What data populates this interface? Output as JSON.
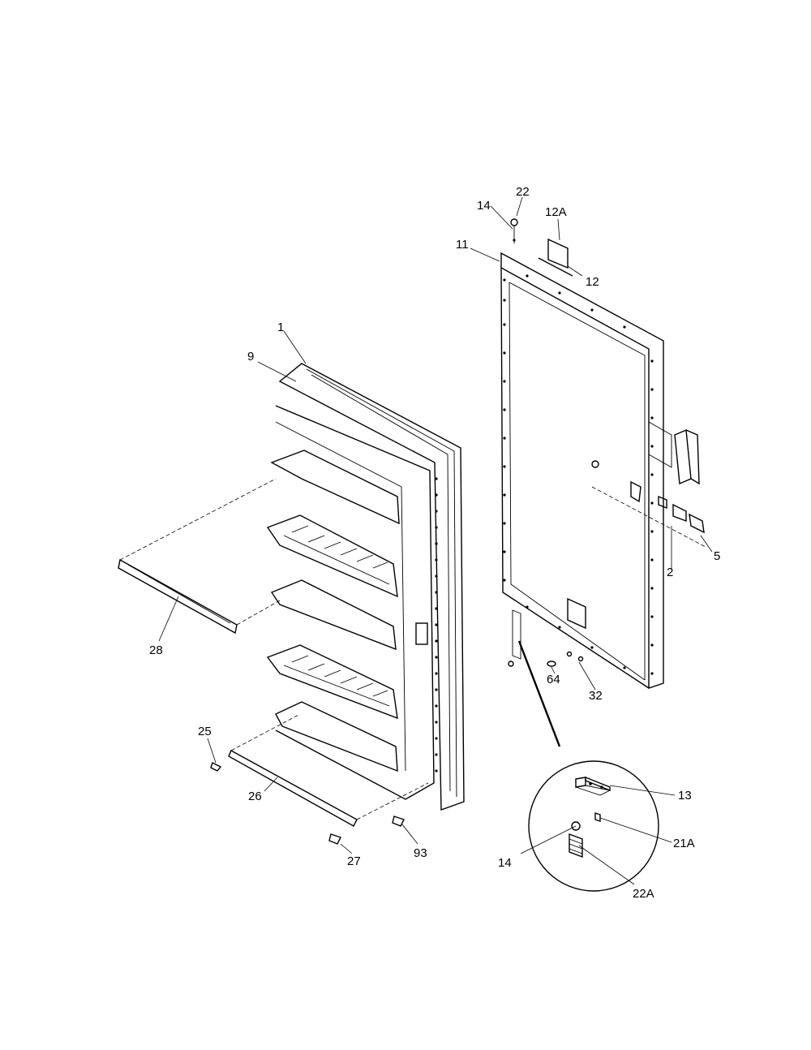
{
  "labels": {
    "l1": "1",
    "l9": "9",
    "l28": "28",
    "l25": "25",
    "l26": "26",
    "l27": "27",
    "l93": "93",
    "l14a": "14",
    "l22": "22",
    "l12A": "12A",
    "l11": "11",
    "l12": "12",
    "l5": "5",
    "l2": "2",
    "l64": "64",
    "l32": "32",
    "l13": "13",
    "l21A": "21A",
    "l14b": "14",
    "l22A": "22A"
  },
  "colors": {
    "ink": "#000000",
    "paper": "#ffffff"
  }
}
